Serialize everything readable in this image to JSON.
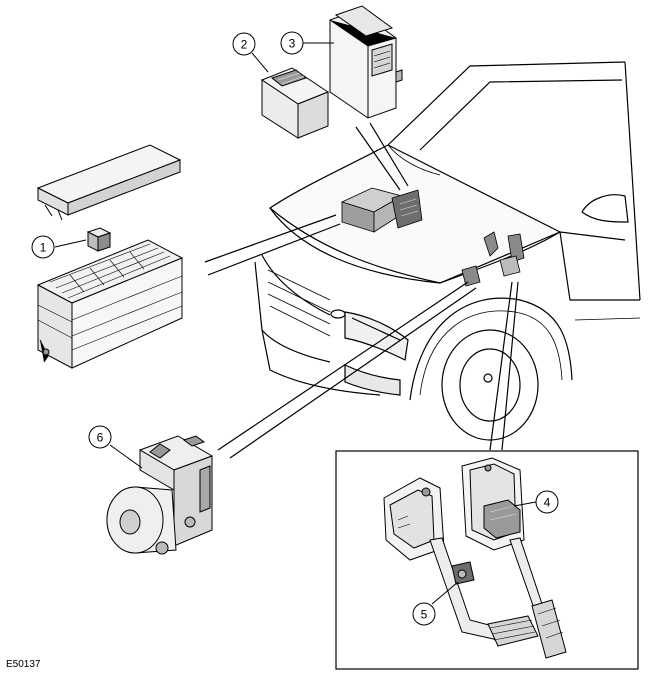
{
  "figure_id": "E50137",
  "callouts": [
    {
      "number": "1"
    },
    {
      "number": "2"
    },
    {
      "number": "3"
    },
    {
      "number": "4"
    },
    {
      "number": "5"
    },
    {
      "number": "6"
    }
  ],
  "colors": {
    "line": "#000000",
    "part_fill": "#f2f2f2",
    "shade": "#bdbdbd",
    "dark_shade": "#6e6e6e"
  }
}
